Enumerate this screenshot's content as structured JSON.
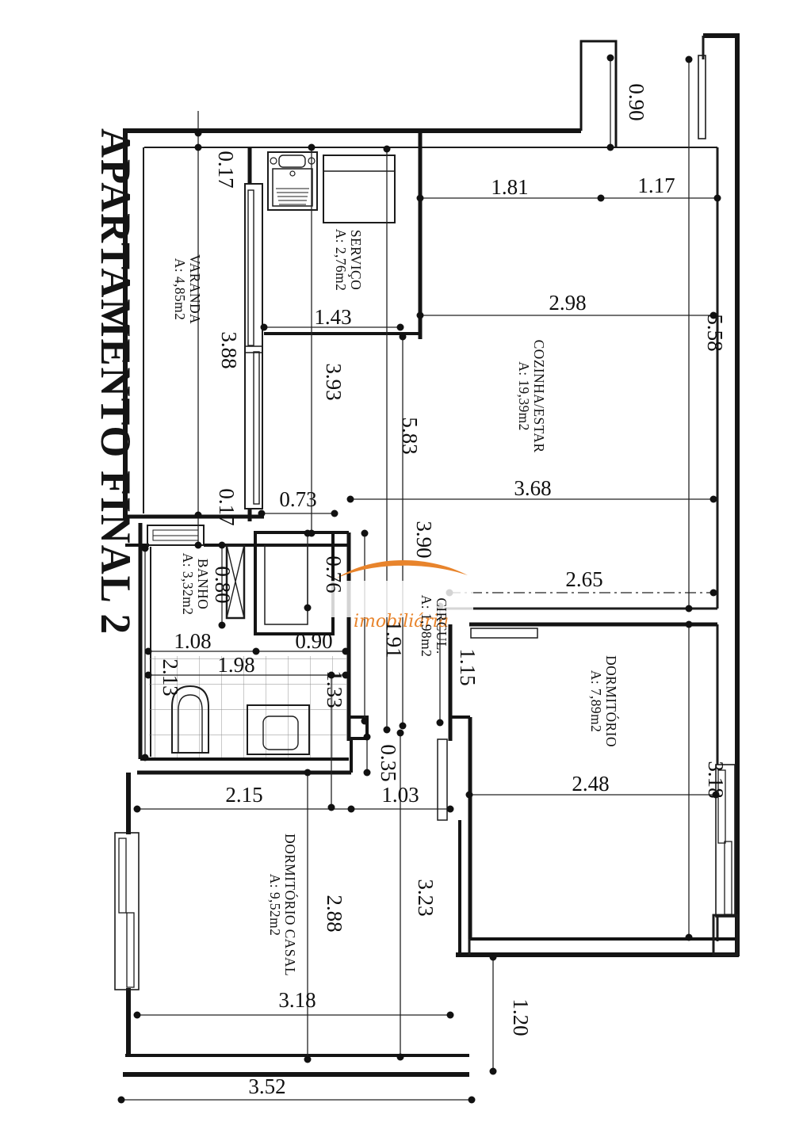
{
  "title": "APARTAMENTO FINAL  2",
  "watermark": {
    "text": "imobiliária",
    "color": "#E8842C"
  },
  "rooms": [
    {
      "id": "varanda",
      "name": "VARANDA",
      "area": "A: 4,85m2"
    },
    {
      "id": "servico",
      "name": "SERVIÇO",
      "area": "A: 2,76m2"
    },
    {
      "id": "cozinha",
      "name": "COZINHA/ESTAR",
      "area": "A: 19,39m2"
    },
    {
      "id": "banho",
      "name": "BANHO",
      "area": "A: 3,32m2"
    },
    {
      "id": "circul",
      "name": "CIRCUL.",
      "area": "A: 1,98m2"
    },
    {
      "id": "dormitorio",
      "name": "DORMITÓRIO",
      "area": "A: 7,89m2"
    },
    {
      "id": "casal",
      "name": "DORMITÓRIO CASAL",
      "area": "A: 9,52m2"
    }
  ],
  "dims": {
    "wall_top": "0.17",
    "varanda_len": "3.88",
    "wall_mid": "0.17",
    "servico_w": "1.43",
    "servico_h": "3.93",
    "coz_left_h": "5.83",
    "hall_door": "0.73",
    "hall_h": "3.90",
    "coz_w_lower": "3.68",
    "coz_w_upper": "2.98",
    "top_a": "1.81",
    "top_b": "1.17",
    "notch": "0.90",
    "right_h": "5.58",
    "dorm_top_w": "2.65",
    "dorm_side": "1.15",
    "circ_len": "1.91",
    "closet_h": "0.76",
    "shaft_h": "0.80",
    "banho_h": "2.13",
    "banho_a": "1.08",
    "banho_b": "0.90",
    "banho_w": "1.98",
    "banho_c": "1.33",
    "step": "0.35",
    "casal_top_a": "2.15",
    "casal_top_b": "1.03",
    "dorm_w": "2.48",
    "dorm_h": "3.18",
    "casal_h1": "2.88",
    "casal_h2": "3.23",
    "casal_w": "3.18",
    "casal_out_w": "3.52",
    "entry": "1.20"
  }
}
